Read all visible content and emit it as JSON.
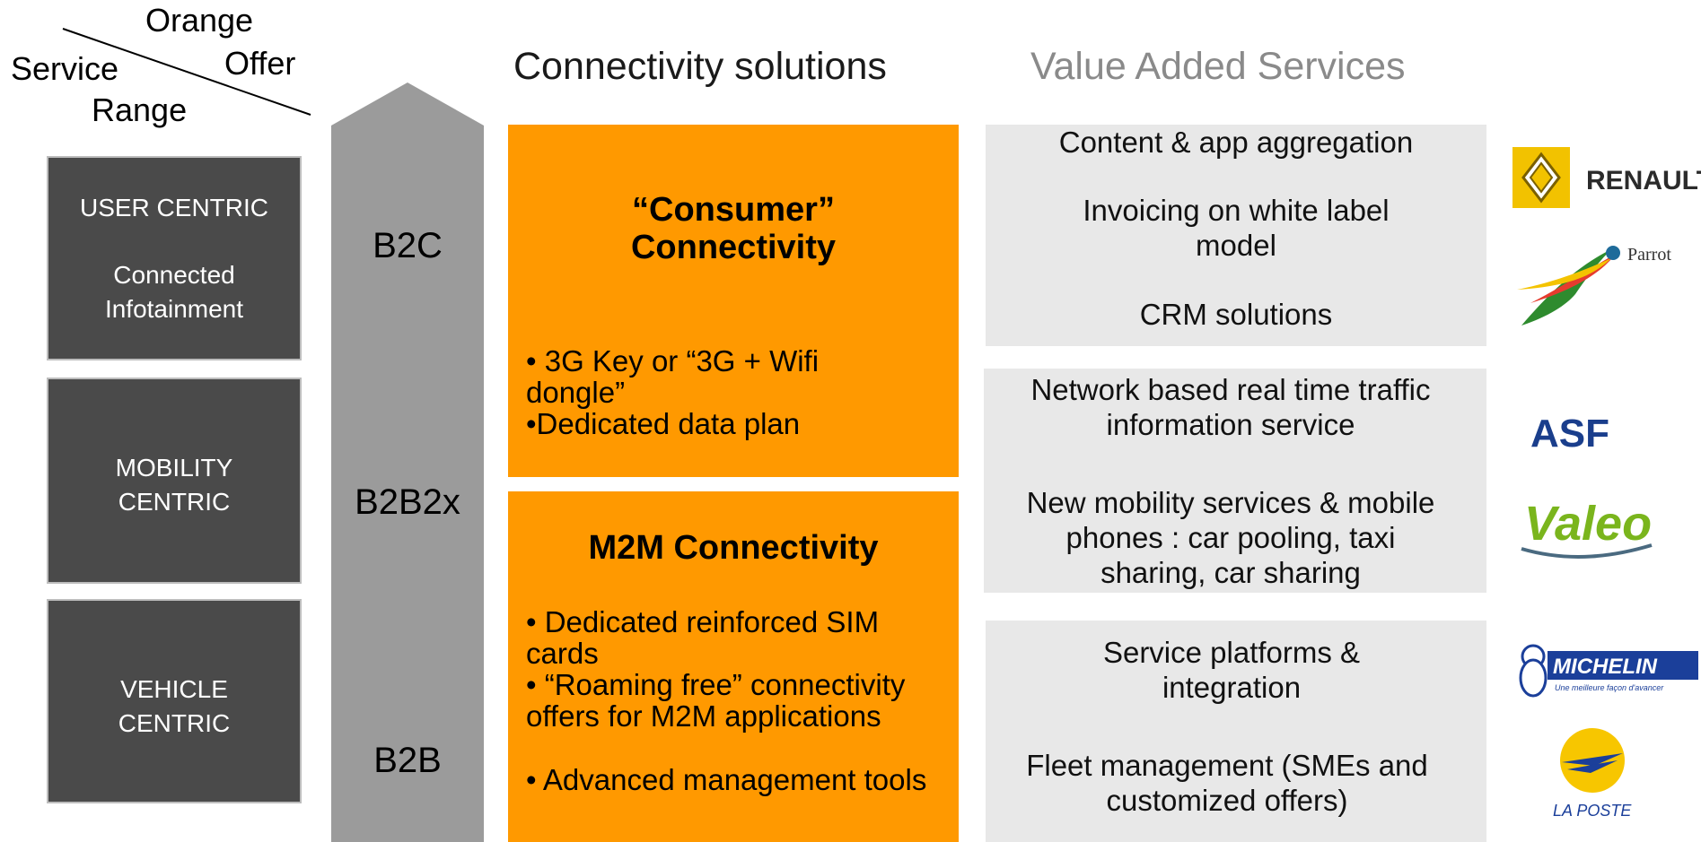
{
  "header": {
    "orange": "Orange",
    "offer": "Offer",
    "service": "Service",
    "range": "Range"
  },
  "columns": {
    "connectivity": "Connectivity solutions",
    "vas": "Value Added Services"
  },
  "ranges": [
    {
      "title": "USER CENTRIC",
      "subtitle": "Connected Infotainment"
    },
    {
      "title": "MOBILITY CENTRIC"
    },
    {
      "title": "VEHICLE CENTRIC"
    }
  ],
  "segments": [
    "B2C",
    "B2B2x",
    "B2B"
  ],
  "connectivity": {
    "consumer": {
      "title_line1": "“Consumer”",
      "title_line2": "Connectivity",
      "bullets": [
        "• 3G Key or “3G + Wifi dongle”",
        "•Dedicated data plan"
      ]
    },
    "m2m": {
      "title": "M2M Connectivity",
      "bullets": [
        "• Dedicated reinforced SIM cards",
        "• “Roaming free” connectivity offers for M2M applications",
        "• Advanced management tools"
      ]
    }
  },
  "vas": {
    "box1": [
      "Content & app aggregation",
      "Invoicing on white label model",
      "CRM solutions"
    ],
    "box2": [
      "Network based real time traffic information service",
      "New mobility services & mobile phones : car pooling, taxi sharing, car sharing"
    ],
    "box3": [
      "Service platforms & integration",
      "Fleet management (SMEs and customized offers)"
    ]
  },
  "logos": {
    "renault": "RENAULT",
    "parrot": "Parrot",
    "asf": "ASF",
    "valeo": "Valeo",
    "michelin": "MICHELIN",
    "michelin_tagline": "Une meilleure façon d'avancer",
    "laposte": "LA POSTE"
  },
  "colors": {
    "orange": "#ff9900",
    "dark_box": "#4a4a4a",
    "arrow": "#9b9b9b",
    "vas_box": "#e8e8e8",
    "renault_yellow": "#f2c200",
    "asf_blue": "#1a3e8c",
    "valeo_green": "#7ab51d",
    "michelin_blue": "#1b3f9a",
    "laposte_yellow": "#f7c600"
  }
}
